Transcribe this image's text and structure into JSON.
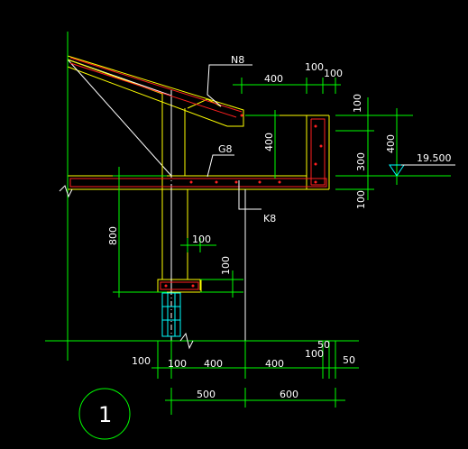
{
  "colors": {
    "background": "#000000",
    "dimension": "#00ff00",
    "text": "#ffffff",
    "outline": "#ffff00",
    "rebar": "#ff2020",
    "marker": "#00ffff"
  },
  "labels": {
    "n8": "N8",
    "g8": "G8",
    "k8": "K8",
    "elevation": "19.500",
    "detail_number": "1"
  },
  "dimensions": {
    "top_400": "400",
    "top_100_a": "100",
    "top_100_b": "100",
    "right_100_top": "100",
    "right_300": "300",
    "right_100_bottom": "100",
    "right_400": "400",
    "mid_400": "400",
    "left_800": "800",
    "small_100_h": "100",
    "small_100_v": "100",
    "bottom_100_left": "100",
    "bottom_100": "100",
    "bottom_400_a": "400",
    "bottom_400_b": "400",
    "bottom_100_right": "100",
    "bottom_50_top": "50",
    "bottom_50_right": "50",
    "total_500": "500",
    "total_600": "600"
  }
}
